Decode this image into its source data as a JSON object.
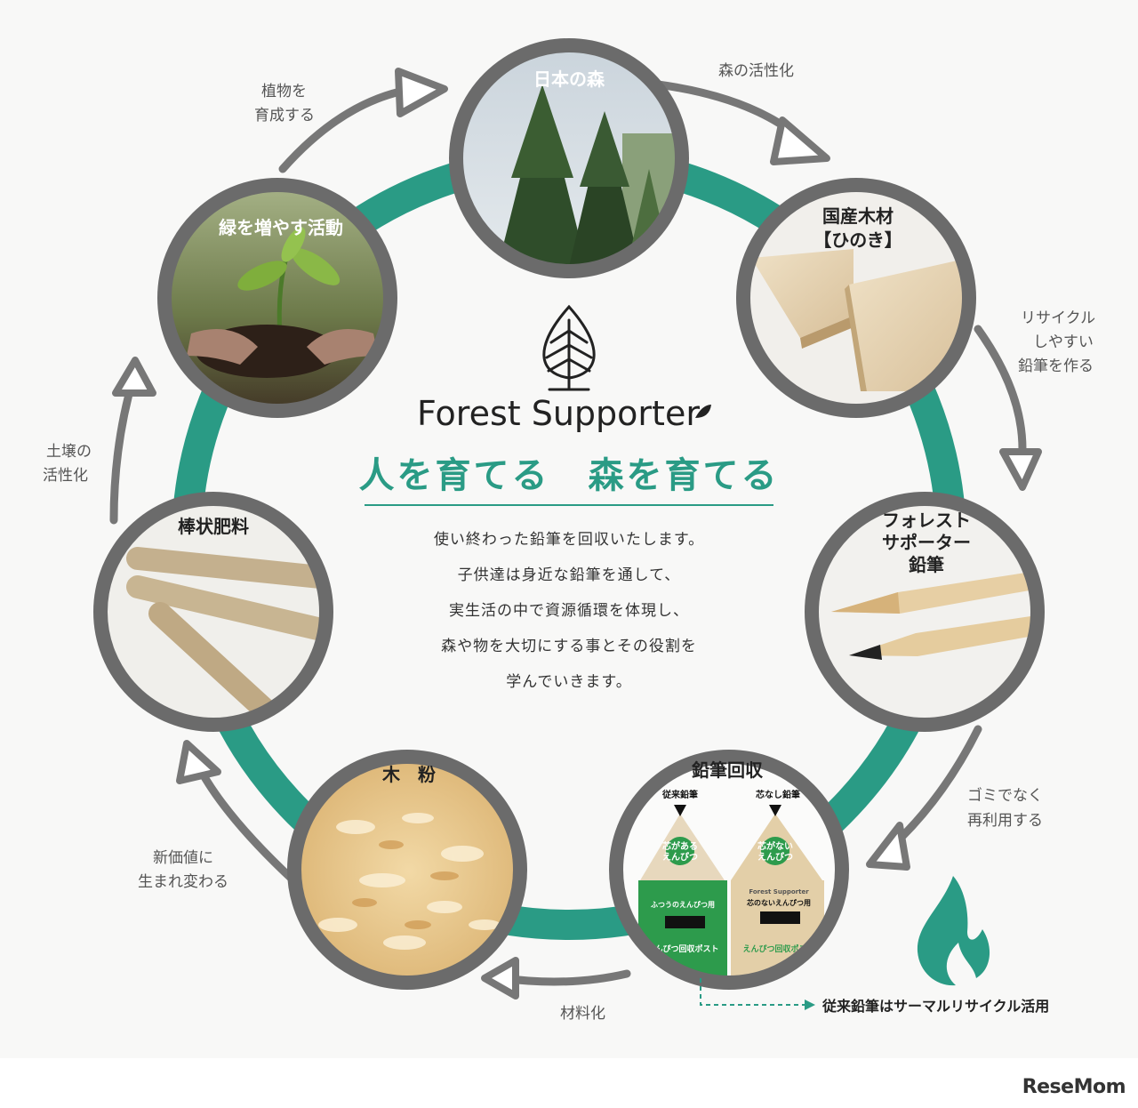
{
  "brand": {
    "name": "Forest Supporter"
  },
  "slogan": "人を育てる　森を育てる",
  "description": [
    "使い終わった鉛筆を回収いたします。",
    "子供達は身近な鉛筆を通して、",
    "実生活の中で資源循環を体現し、",
    "森や物を大切にする事とその役割を",
    "学んでいきます。"
  ],
  "nodes": {
    "forest": "日本の森",
    "timber": [
      "国産木材",
      "【ひのき】"
    ],
    "pencil": [
      "フォレスト",
      "サポーター",
      "鉛筆"
    ],
    "collection": "鉛筆回収",
    "sawdust": "木　粉",
    "fertilizer": "棒状肥料",
    "greening": "緑を増やす活動"
  },
  "flow_labels": {
    "activate_forest": "森の活性化",
    "make_pencil": [
      "リサイクル",
      "しやすい",
      "鉛筆を作る"
    ],
    "reuse": [
      "ゴミでなく",
      "再利用する"
    ],
    "materialize": "材料化",
    "new_value": [
      "新価値に",
      "生まれ変わる"
    ],
    "soil": [
      "土壌の",
      "活性化"
    ],
    "grow_plants": [
      "植物を",
      "育成する"
    ]
  },
  "collection_box": {
    "conventional_label": "従来鉛筆",
    "coreless_label": "芯なし鉛筆",
    "left_badge": [
      "芯がある",
      "えんぴつ"
    ],
    "right_badge": [
      "芯がない",
      "えんぴつ"
    ],
    "left_slot": "ふつうのえんぴつ用",
    "right_slot": "芯のないえんぴつ用",
    "left_post": "えんぴつ回収ポスト",
    "right_post": "えんぴつ回収ポスト",
    "right_brand": "Forest Supporter"
  },
  "thermal_note": "従来鉛筆はサーマルリサイクル活用",
  "watermark": "ReseMom",
  "colors": {
    "accent": "#2a9b85",
    "ring_gray": "#6b6b6b",
    "arrow_gray": "#777777"
  }
}
